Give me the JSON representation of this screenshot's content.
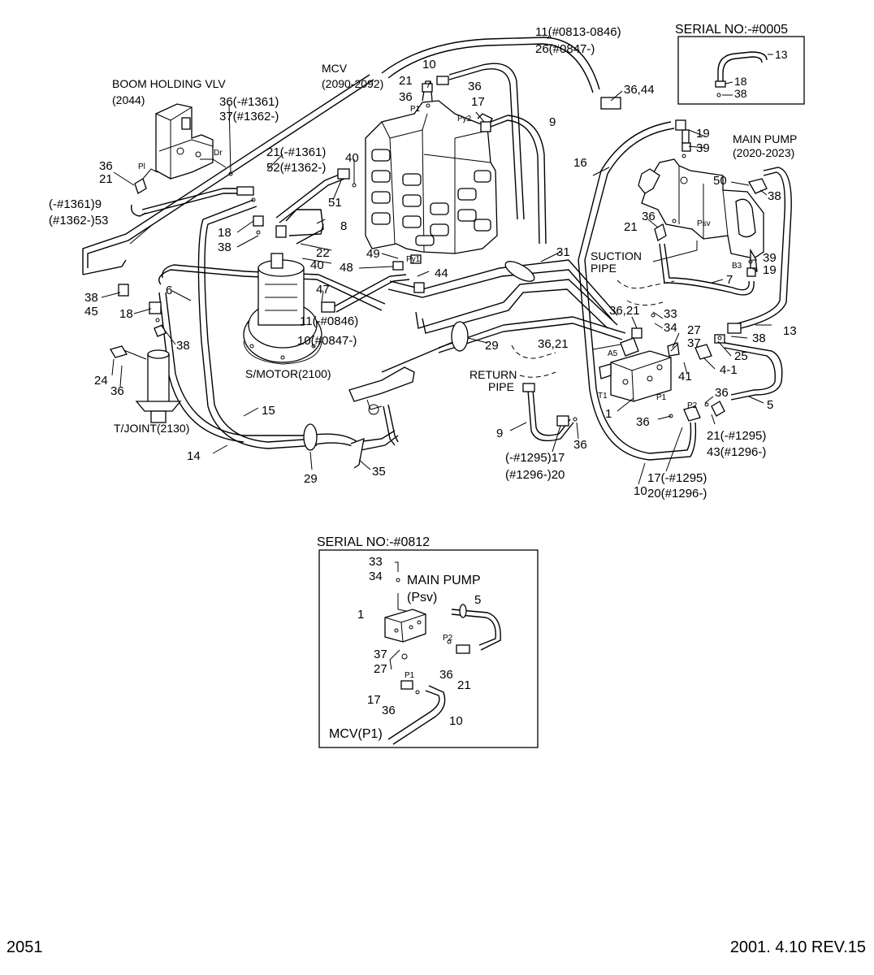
{
  "page": {
    "page_number": "2051",
    "revision": "2001. 4.10 REV.15"
  },
  "insets": {
    "top_right": {
      "title": "SERIAL NO:-#0005",
      "labels": [
        "13",
        "18",
        "38"
      ]
    },
    "bottom": {
      "title": "SERIAL NO:-#0812",
      "main_pump": "MAIN PUMP",
      "psv": "(Psv)",
      "mcv": "MCV(P1)",
      "p1": "P1",
      "p2": "P2",
      "labels": [
        "33",
        "34",
        "1",
        "5",
        "37",
        "27",
        "36",
        "21",
        "17",
        "36",
        "10"
      ]
    }
  },
  "components": {
    "boom_holding_vlv": "BOOM HOLDING VLV",
    "boom_holding_code": "(2044)",
    "mcv": "MCV",
    "mcv_code": "(2090-2092)",
    "main_pump": "MAIN PUMP",
    "main_pump_code": "(2020-2023)",
    "suction_pipe_1": "SUCTION",
    "suction_pipe_2": "PIPE",
    "return_pipe_1": "RETURN",
    "return_pipe_2": "PIPE",
    "s_motor": "S/MOTOR(2100)",
    "t_joint": "T/JOINT(2130)"
  },
  "ports": [
    "Pl",
    "Dr",
    "P1",
    "Py2",
    "Py1",
    "Psv",
    "B3",
    "A5",
    "T1",
    "P1",
    "P2"
  ],
  "callouts": [
    "11(#0813-0846)",
    "26(#0847-)",
    "10",
    "21",
    "36",
    "36",
    "17",
    "9",
    "36,44",
    "36(-#1361)",
    "37(#1362-)",
    "21(-#1361)",
    "52(#1362-)",
    "40",
    "51",
    "8",
    "36",
    "21",
    "(-#1361)9",
    "(#1362-)53",
    "18",
    "38",
    "22",
    "40",
    "48",
    "49",
    "44",
    "38",
    "45",
    "6",
    "18",
    "38",
    "47",
    "11(-#0846)",
    "10(#0847-)",
    "31",
    "16",
    "19",
    "39",
    "50",
    "38",
    "36",
    "21",
    "39",
    "19",
    "7",
    "36,21",
    "33",
    "34",
    "27",
    "37",
    "38",
    "13",
    "25",
    "4-1",
    "41",
    "36,21",
    "29",
    "24",
    "36",
    "15",
    "14",
    "29",
    "35",
    "36",
    "5",
    "1",
    "36",
    "21(-#1295)",
    "43(#1296-)",
    "9",
    "36",
    "(-#1295)17",
    "(#1296-)20",
    "17(-#1295)",
    "20(#1296-)",
    "10"
  ]
}
